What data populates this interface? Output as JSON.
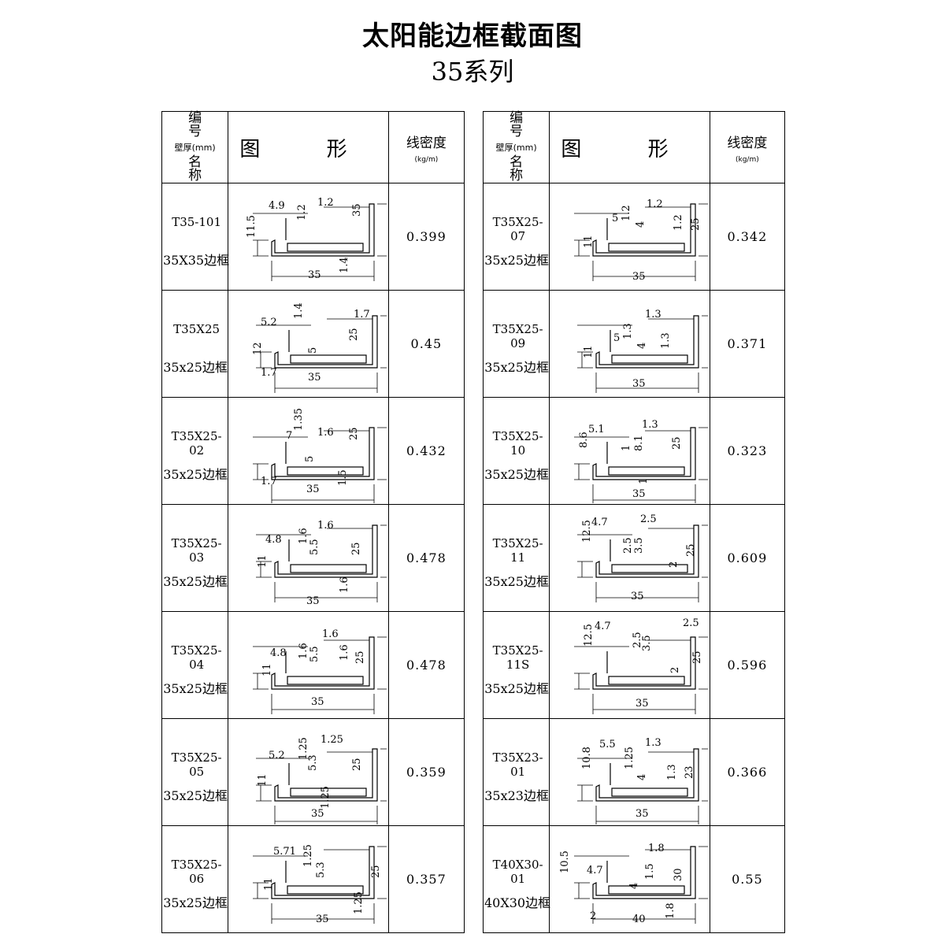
{
  "header": {
    "title": "太阳能边框截面图",
    "subtitle": "35系列"
  },
  "columns": {
    "code_line1": "编 号",
    "code_line2": "壁厚(mm)",
    "code_line3": "名 称",
    "shape": "图 形",
    "density": "线密度",
    "density_unit": "(kg/m)"
  },
  "left": [
    {
      "code": "T35-101",
      "name": "35X35边框",
      "density": "0.399",
      "dims": [
        "4.9",
        "1.2",
        "1.2",
        "35",
        "11.5",
        "35",
        "1.4"
      ]
    },
    {
      "code": "T35X25",
      "name": "35x25边框",
      "density": "0.45",
      "dims": [
        "1.4",
        "1.7",
        "5.2",
        "12",
        "5",
        "25",
        "1.7",
        "35"
      ]
    },
    {
      "code": "T35X25-02",
      "name": "35x25边框",
      "density": "0.432",
      "dims": [
        "7",
        "1.35",
        "1.6",
        "25",
        "5",
        "1.7",
        "35",
        "1.5"
      ]
    },
    {
      "code": "T35X25-03",
      "name": "35x25边框",
      "density": "0.478",
      "dims": [
        "1.6",
        "4.8",
        "1.6",
        "5.5",
        "25",
        "11",
        "35",
        "1.6"
      ]
    },
    {
      "code": "T35X25-04",
      "name": "35x25边框",
      "density": "0.478",
      "dims": [
        "1.6",
        "4.8",
        "1.6",
        "5.5",
        "1.6",
        "25",
        "11",
        "35"
      ]
    },
    {
      "code": "T35X25-05",
      "name": "35x25边框",
      "density": "0.359",
      "dims": [
        "1.25",
        "5.2",
        "1.25",
        "5.3",
        "25",
        "11",
        "35",
        "1.25"
      ]
    },
    {
      "code": "T35X25-06",
      "name": "35x25边框",
      "density": "0.357",
      "dims": [
        "5.71",
        "1.25",
        "5.3",
        "25",
        "11",
        "35",
        "1.25"
      ]
    }
  ],
  "right": [
    {
      "code": "T35X25-07",
      "name": "35x25边框",
      "density": "0.342",
      "dims": [
        "1.2",
        "5",
        "1.2",
        "4",
        "1.2",
        "25",
        "11",
        "35"
      ]
    },
    {
      "code": "T35X25-09",
      "name": "35x25边框",
      "density": "0.371",
      "dims": [
        "1.3",
        "5",
        "1.3",
        "4",
        "1.3",
        "11",
        "35"
      ]
    },
    {
      "code": "T35X25-10",
      "name": "35x25边框",
      "density": "0.323",
      "dims": [
        "5.1",
        "1.3",
        "8.6",
        "1",
        "8.1",
        "25",
        "35",
        "1"
      ]
    },
    {
      "code": "T35X25-11",
      "name": "35x25边框",
      "density": "0.609",
      "dims": [
        "4.7",
        "2.5",
        "12.5",
        "2.5",
        "3.5",
        "25",
        "2",
        "35"
      ]
    },
    {
      "code": "T35X25-11S",
      "name": "35x25边框",
      "density": "0.596",
      "dims": [
        "4.7",
        "2.5",
        "12.5",
        "2.5",
        "3.5",
        "25",
        "2",
        "35"
      ]
    },
    {
      "code": "T35X23-01",
      "name": "35x23边框",
      "density": "0.366",
      "dims": [
        "5.5",
        "1.3",
        "10.8",
        "1.25",
        "4",
        "1.3",
        "23",
        "35"
      ]
    },
    {
      "code": "T40X30-01",
      "name": "40X30边框",
      "density": "0.55",
      "dims": [
        "1.8",
        "10.5",
        "4.7",
        "4",
        "1.5",
        "30",
        "2",
        "40",
        "1.8"
      ]
    }
  ]
}
